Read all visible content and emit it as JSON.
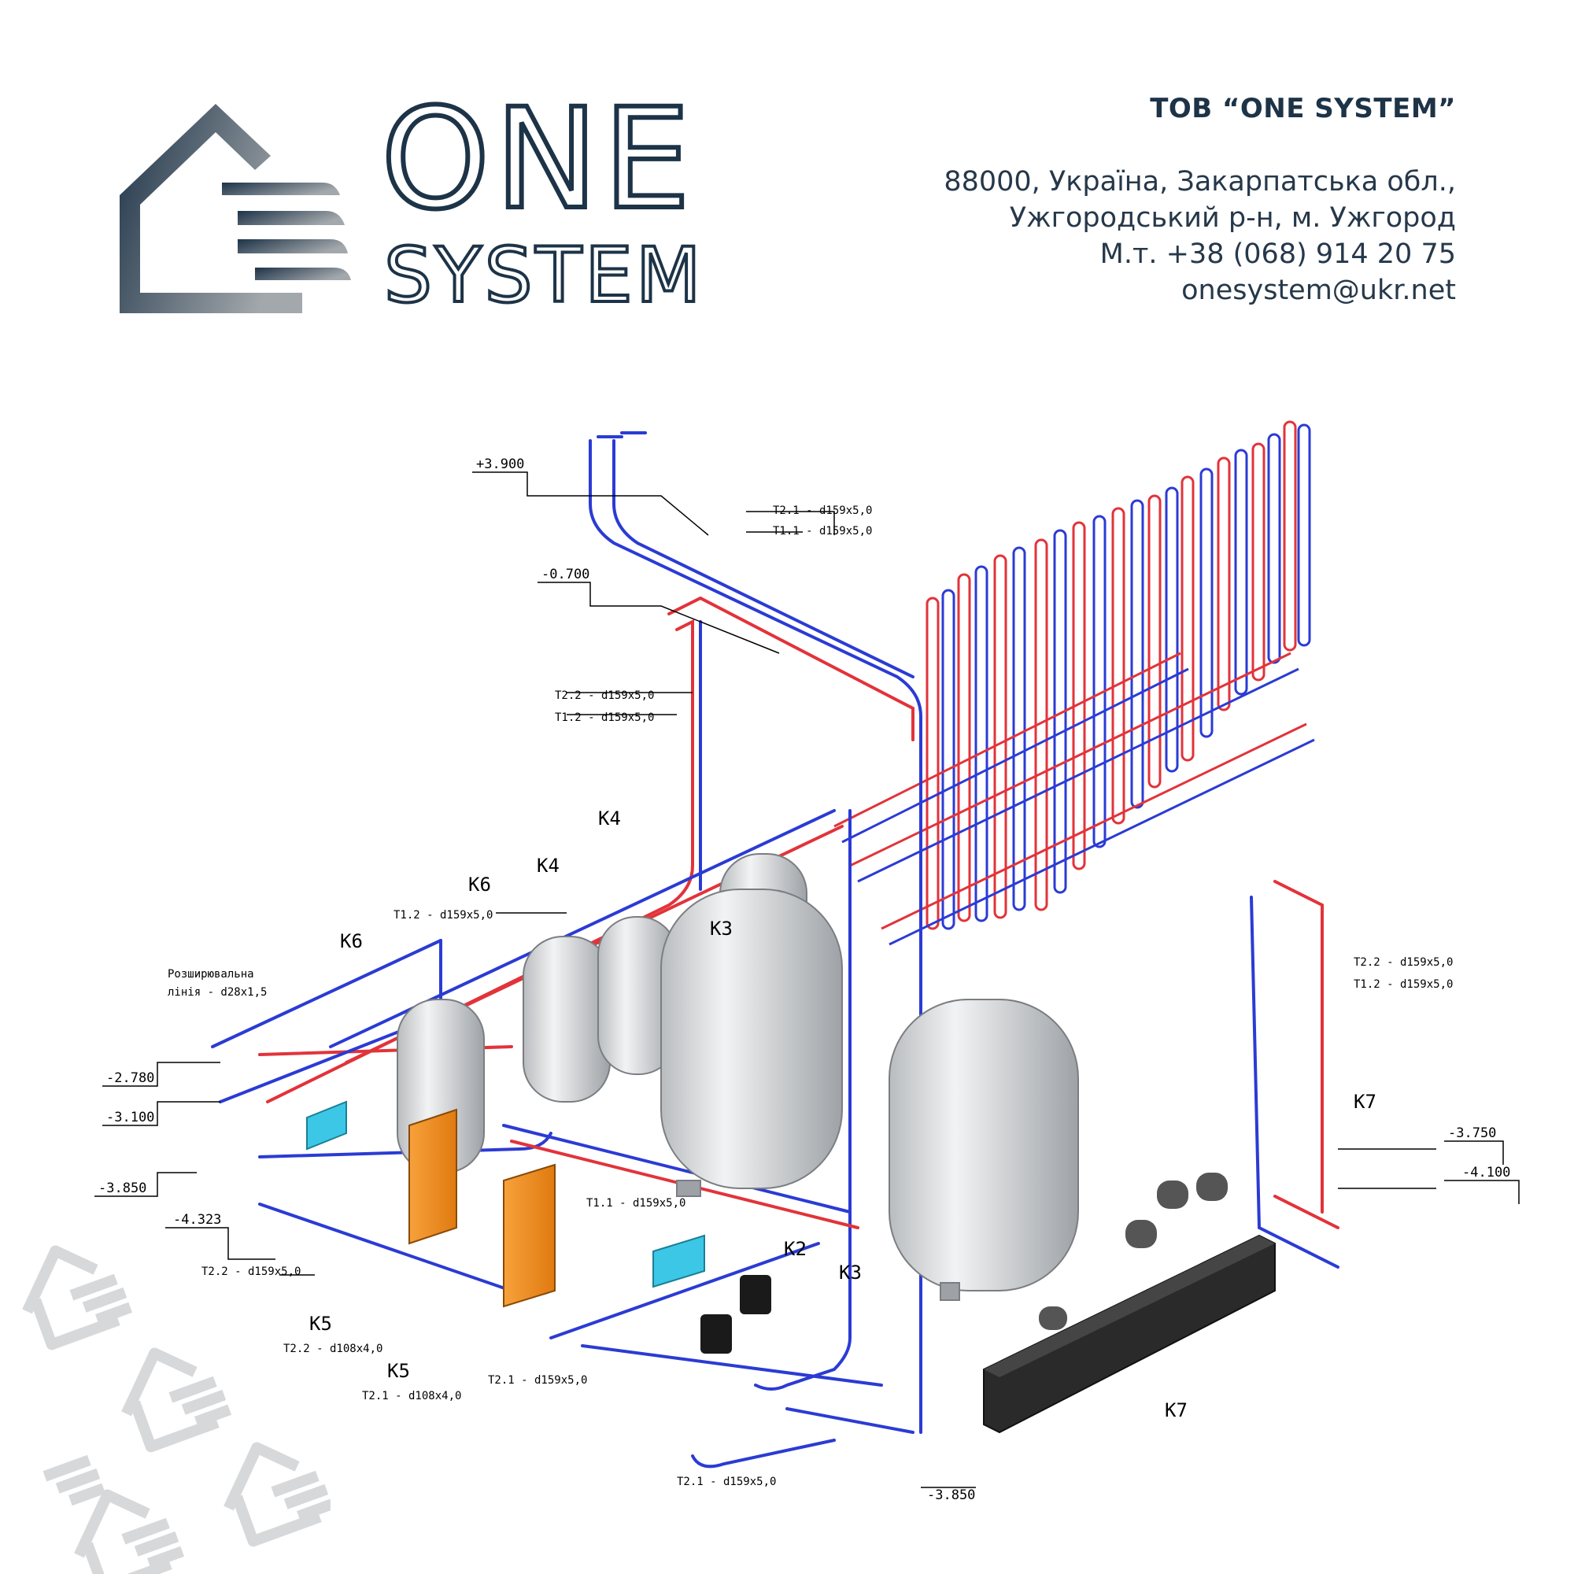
{
  "logo": {
    "word_top": "ONE",
    "word_bottom": "SYSTEM"
  },
  "company": {
    "name": "ТОВ “ONE SYSTEM”",
    "address_line1": "88000, Україна, Закарпатська обл.,",
    "address_line2": "Ужгородський р-н, м. Ужгород",
    "phone": "М.т. +38 (068) 914 20 75",
    "email": "onesystem@ukr.net"
  },
  "colors": {
    "brand_dark": "#1d3347",
    "brand_gray": "#8e969c",
    "pipe_supply_red": "#e2333a",
    "pipe_return_blue": "#2b3bd4",
    "tank_gray": "#cfd2d4",
    "hx_orange": "#f08a1c",
    "collector_black": "#2a2a2a",
    "pump_dark": "#1a1a1a",
    "filter_cyan": "#3cc7e6"
  },
  "diagram": {
    "elevations": [
      "+3.900",
      "-0.700",
      "-2.780",
      "-3.100",
      "-3.850",
      "-4.323",
      "-3.750",
      "-4.100",
      "-3.850"
    ],
    "pipe_labels": [
      "T2.1 - d159x5,0",
      "T1.1 - d159x5,0",
      "T2.2 - d159x5,0",
      "T1.2 - d159x5,0",
      "T1.2 - d159x5,0",
      "Розширювальна",
      "лінія - d28x1,5",
      "T2.2 - d159x5,0",
      "T1.2 - d159x5,0",
      "T1.1 - d159x5,0",
      "T2.2 - d159x5,0",
      "T2.2 - d108x4,0",
      "T2.1 - d108x4,0",
      "T2.1 - d159x5,0",
      "T2.1 - d159x5,0"
    ],
    "equipment_labels": [
      "K4",
      "K4",
      "K6",
      "K6",
      "K3",
      "K3",
      "K2",
      "K5",
      "K5",
      "K7",
      "K7"
    ]
  }
}
